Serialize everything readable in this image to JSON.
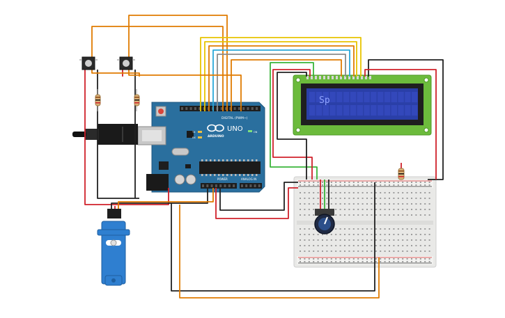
{
  "board": {
    "brand": "ARDUINO",
    "model": "UNO",
    "digital_label": "DIGITAL (PWM~)",
    "power_label": "POWER",
    "analog_label": "ANALOG IN",
    "on_label": "ON",
    "tx_label": "TX",
    "rx_label": "RX"
  },
  "lcd": {
    "display_text": "Sp"
  },
  "colors": {
    "board_blue": "#2a6f9e",
    "lcd_green": "#6cbb3c",
    "lcd_screen": "#2a3fa8",
    "breadboard": "#e9e9e7",
    "servo_blue": "#2f7fd0",
    "wire_orange": "#e07b00",
    "wire_yellow": "#e8c400",
    "wire_blue": "#2aa7d8",
    "wire_red": "#d0202a",
    "wire_black": "#202020",
    "wire_green": "#3ab53a",
    "wire_gray": "#8a8a8a"
  },
  "icons": {
    "pushbutton": "pushbutton-icon",
    "potentiometer": "potentiometer-knob-icon",
    "servo": "servo-motor-icon",
    "usb": "usb-connector-icon",
    "resistor": "resistor-icon"
  }
}
